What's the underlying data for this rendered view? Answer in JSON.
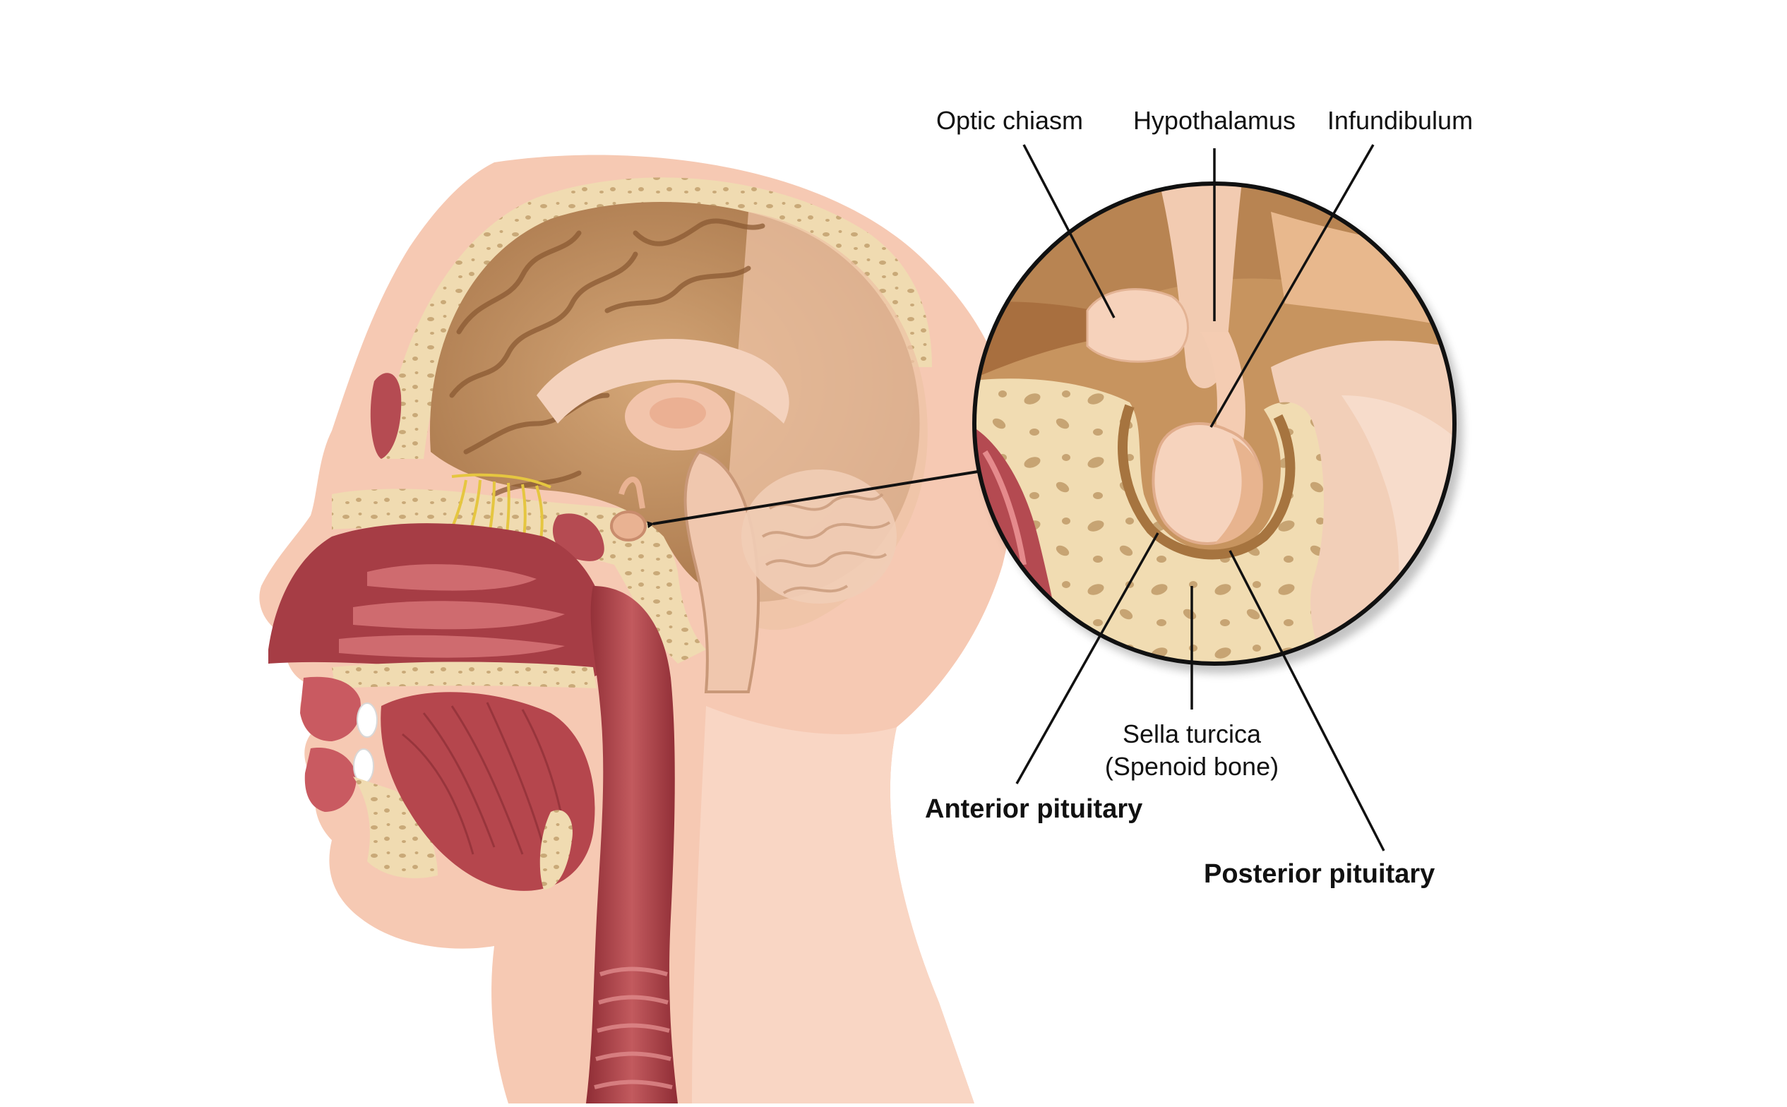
{
  "labels": {
    "optic_chiasm": "Optic chiasm",
    "hypothalamus": "Hypothalamus",
    "infundibulum": "Infundibulum",
    "sella_line1": "Sella turcica",
    "sella_line2": "(Spenoid bone)",
    "anterior_pituitary": "Anterior pituitary",
    "posterior_pituitary": "Posterior pituitary"
  },
  "colors": {
    "skin": "#f6c9b3",
    "skin_light": "#fbe1d3",
    "bone": "#efd8ae",
    "brain": "#b9875a",
    "brain_light": "#e7c2a0",
    "muscle": "#b2434a",
    "muscle_light": "#d9777a",
    "pituitary": "#f4cdb4",
    "line": "#111111"
  }
}
